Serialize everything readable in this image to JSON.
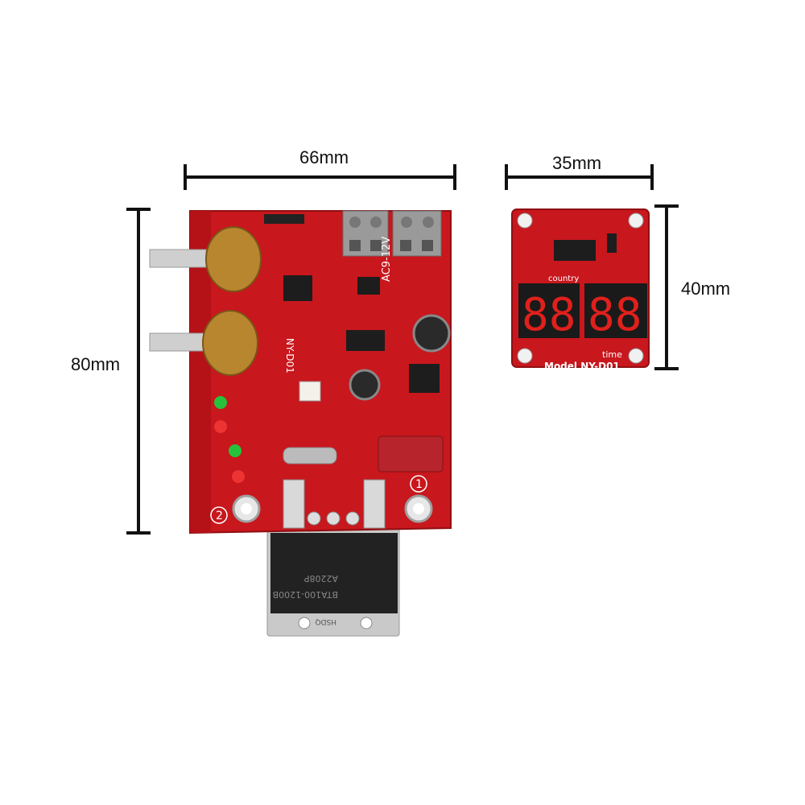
{
  "dimensions": {
    "main_width": "66mm",
    "main_height": "80mm",
    "display_width": "35mm",
    "display_height": "40mm"
  },
  "main_board": {
    "model_silk": "NY-D01",
    "voltage_silk": "AC9-12V",
    "triac_line1": "BTA100-1200B",
    "triac_line2": "A2208P",
    "triac_brand": "HSDQ",
    "circle_1": "1",
    "circle_2": "2",
    "colors": {
      "pcb": "#c8171d",
      "terminal": "#9a9a9a",
      "pot_body": "#b8862f"
    }
  },
  "display_board": {
    "label_country": "country",
    "label_time": "time",
    "model_label": "Model NY-D01",
    "digits_left": "88",
    "digits_right": "88",
    "colors": {
      "segment": "#e0201c",
      "display_bg": "#1a1a1a"
    }
  }
}
